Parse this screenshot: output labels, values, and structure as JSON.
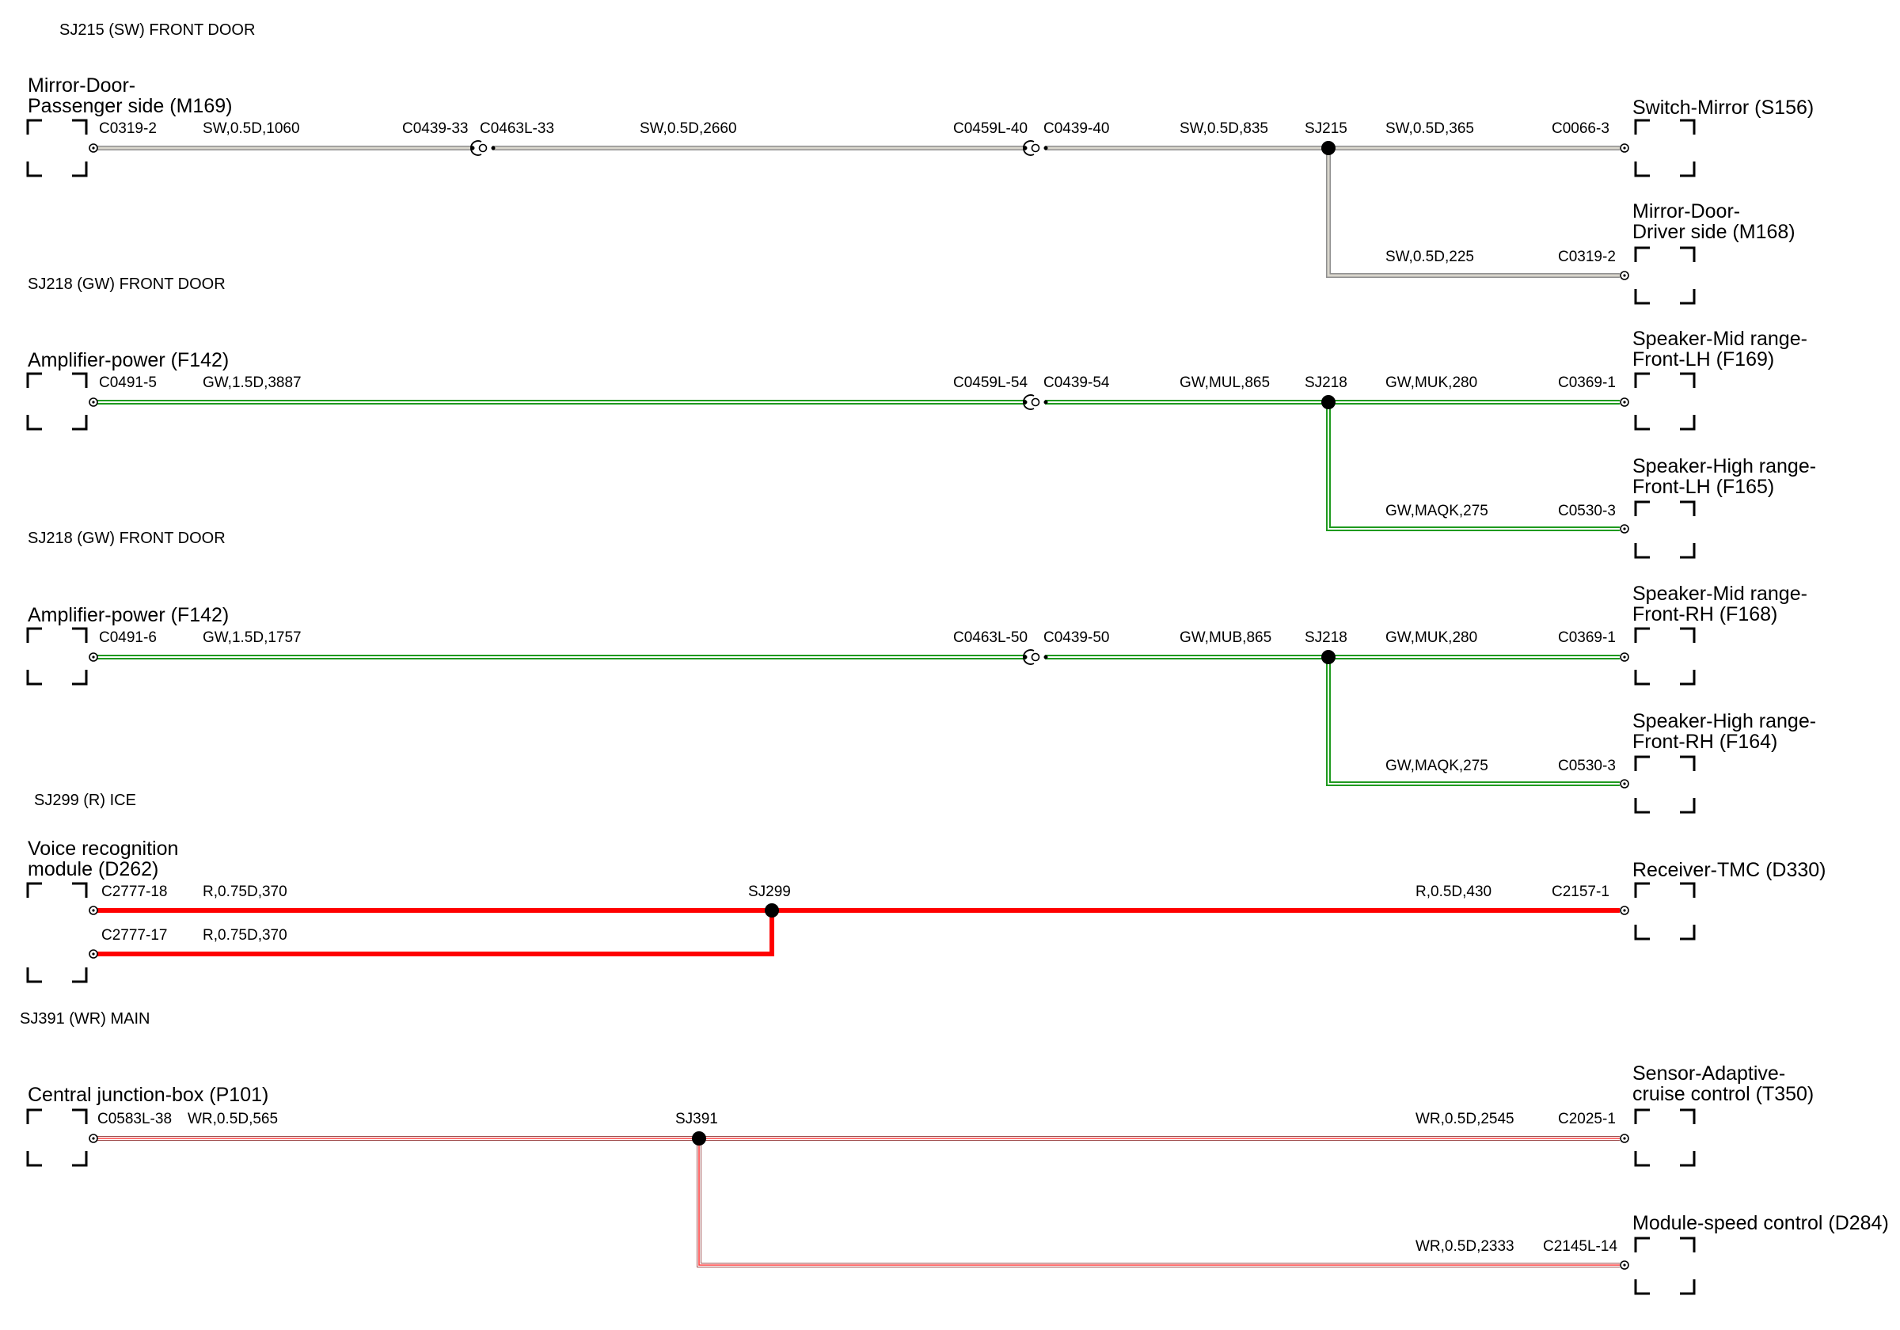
{
  "colors": {
    "SW": {
      "outer": "#8f8f8f",
      "inner": "#d9d6cc"
    },
    "GW": {
      "outer": "#1f9a1f",
      "inner": "#ffffff"
    },
    "R": {
      "outer": "#ff0000",
      "inner": "#ff0000"
    },
    "WR": {
      "outer": "#a05050",
      "inner": "#ff4040",
      "mid": "#ffffff"
    },
    "frame": "#000000",
    "splice": "#000000"
  },
  "sections": [
    "SJ215 (SW) FRONT DOOR",
    "SJ218 (GW) FRONT DOOR",
    "SJ218 (GW) FRONT DOOR",
    "SJ299 (R) ICE",
    "SJ391 (WR) MAIN"
  ],
  "components": [
    {
      "lines": [
        "Mirror-Door-",
        "Passenger side (M169)"
      ]
    },
    {
      "lines": [
        "Switch-Mirror (S156)"
      ]
    },
    {
      "lines": [
        "Mirror-Door-",
        "Driver side (M168)"
      ]
    },
    {
      "lines": [
        "Amplifier-power (F142)"
      ]
    },
    {
      "lines": [
        "Speaker-Mid range-",
        "Front-LH (F169)"
      ]
    },
    {
      "lines": [
        "Speaker-High range-",
        "Front-LH (F165)"
      ]
    },
    {
      "lines": [
        "Amplifier-power (F142)"
      ]
    },
    {
      "lines": [
        "Speaker-Mid range-",
        "Front-RH (F168)"
      ]
    },
    {
      "lines": [
        "Speaker-High range-",
        "Front-RH (F164)"
      ]
    },
    {
      "lines": [
        "Voice recognition",
        "module (D262)"
      ]
    },
    {
      "lines": [
        "Receiver-TMC (D330)"
      ]
    },
    {
      "lines": [
        "Central junction-box (P101)"
      ]
    },
    {
      "lines": [
        "Sensor-Adaptive-",
        "cruise control (T350)"
      ]
    },
    {
      "lines": [
        "Module-speed control (D284)"
      ]
    }
  ],
  "labels": [
    "C0319-2",
    "SW,0.5D,1060",
    "C0439-33",
    "C0463L-33",
    "SW,0.5D,2660",
    "C0459L-40",
    "C0439-40",
    "SW,0.5D,835",
    "SJ215",
    "SW,0.5D,365",
    "C0066-3",
    "SW,0.5D,225",
    "C0319-2",
    "C0491-5",
    "GW,1.5D,3887",
    "C0459L-54",
    "C0439-54",
    "GW,MUL,865",
    "SJ218",
    "GW,MUK,280",
    "C0369-1",
    "GW,MAQK,275",
    "C0530-3",
    "C0491-6",
    "GW,1.5D,1757",
    "C0463L-50",
    "C0439-50",
    "GW,MUB,865",
    "SJ218",
    "GW,MUK,280",
    "C0369-1",
    "GW,MAQK,275",
    "C0530-3",
    "C2777-18",
    "R,0.75D,370",
    "SJ299",
    "R,0.5D,430",
    "C2157-1",
    "C2777-17",
    "R,0.75D,370",
    "C0583L-38",
    "WR,0.5D,565",
    "SJ391",
    "WR,0.5D,2545",
    "C2025-1",
    "WR,0.5D,2333",
    "C2145L-14"
  ]
}
